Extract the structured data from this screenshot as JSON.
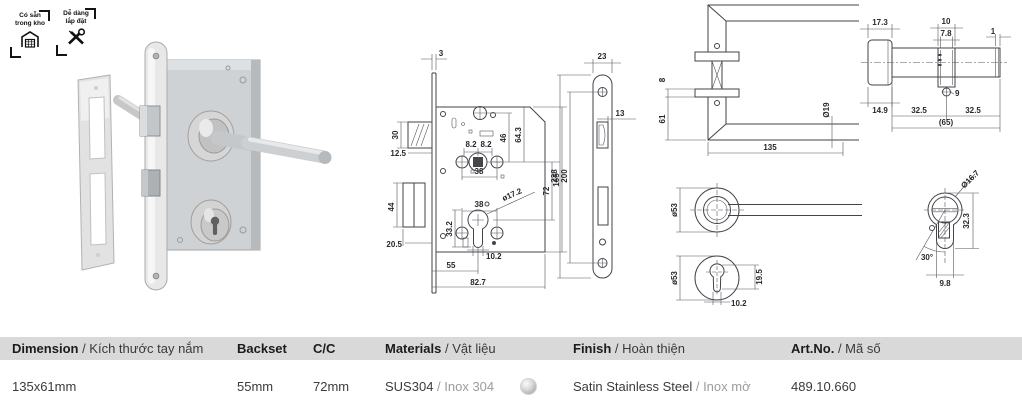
{
  "badges": [
    {
      "line1": "Có sẵn",
      "line2": "trong kho"
    },
    {
      "line1": "Dễ dàng",
      "line2": "lắp đặt"
    }
  ],
  "drawings": {
    "lock_case": {
      "faceplate_thickness": "3",
      "latch_height": "30",
      "latch_offset": "12.5",
      "deadbolt_height": "44",
      "deadbolt_offset": "20.5",
      "hub_left": "8.2",
      "hub_right": "8.2",
      "hub_span": "38",
      "screw_to_hub": "46",
      "top_to_hub": "64.3",
      "case_height": "165",
      "hub_to_cyl": "72",
      "cyl_span": "38",
      "cyl_dia": "ø17.2",
      "cyl_height": "33.2",
      "cyl_stem": "10.2",
      "backset": "55",
      "case_depth": "82.7"
    },
    "faceplate": {
      "width": "23",
      "latch_width": "13",
      "height": "238",
      "screw_span": "200"
    },
    "handle": {
      "rose_thickness": "8",
      "lever_drop": "61",
      "length": "135",
      "grip_dia": "Ø19"
    },
    "handle_rose": {
      "dia": "ø53"
    },
    "cyl_rose": {
      "dia": "ø53",
      "keyhole_height": "19.5",
      "keyhole_width": "10.2"
    },
    "cylinder": {
      "knob_dia": "17.3",
      "cam_width": "10",
      "cam_inner": "7.8",
      "cam_ring": "1",
      "screw_dia": "9",
      "knob_depth": "14.9",
      "half_left": "32.5",
      "half_right": "32.5",
      "total": "(65)"
    },
    "cyl_profile": {
      "dia": "Ø16.7",
      "height": "32.3",
      "angle": "30°",
      "width": "9.8"
    }
  },
  "spec_table": {
    "headers": {
      "dimension_en": "Dimension",
      "dimension_vi": " / Kích thước tay nắm",
      "backset": "Backset",
      "cc": "C/C",
      "materials_en": "Materials",
      "materials_vi": " / Vật liệu",
      "finish_en": "Finish",
      "finish_vi": " / Hoàn thiện",
      "artno_en": "Art.No.",
      "artno_vi": " / Mã số"
    },
    "row": {
      "dimension": "135x61mm",
      "backset": "55mm",
      "cc": "72mm",
      "materials_en": "SUS304",
      "materials_vi": " / Inox 304",
      "finish_en": "Satin Stainless Steel",
      "finish_vi": " / Inox mờ",
      "artno": "489.10.660"
    }
  }
}
